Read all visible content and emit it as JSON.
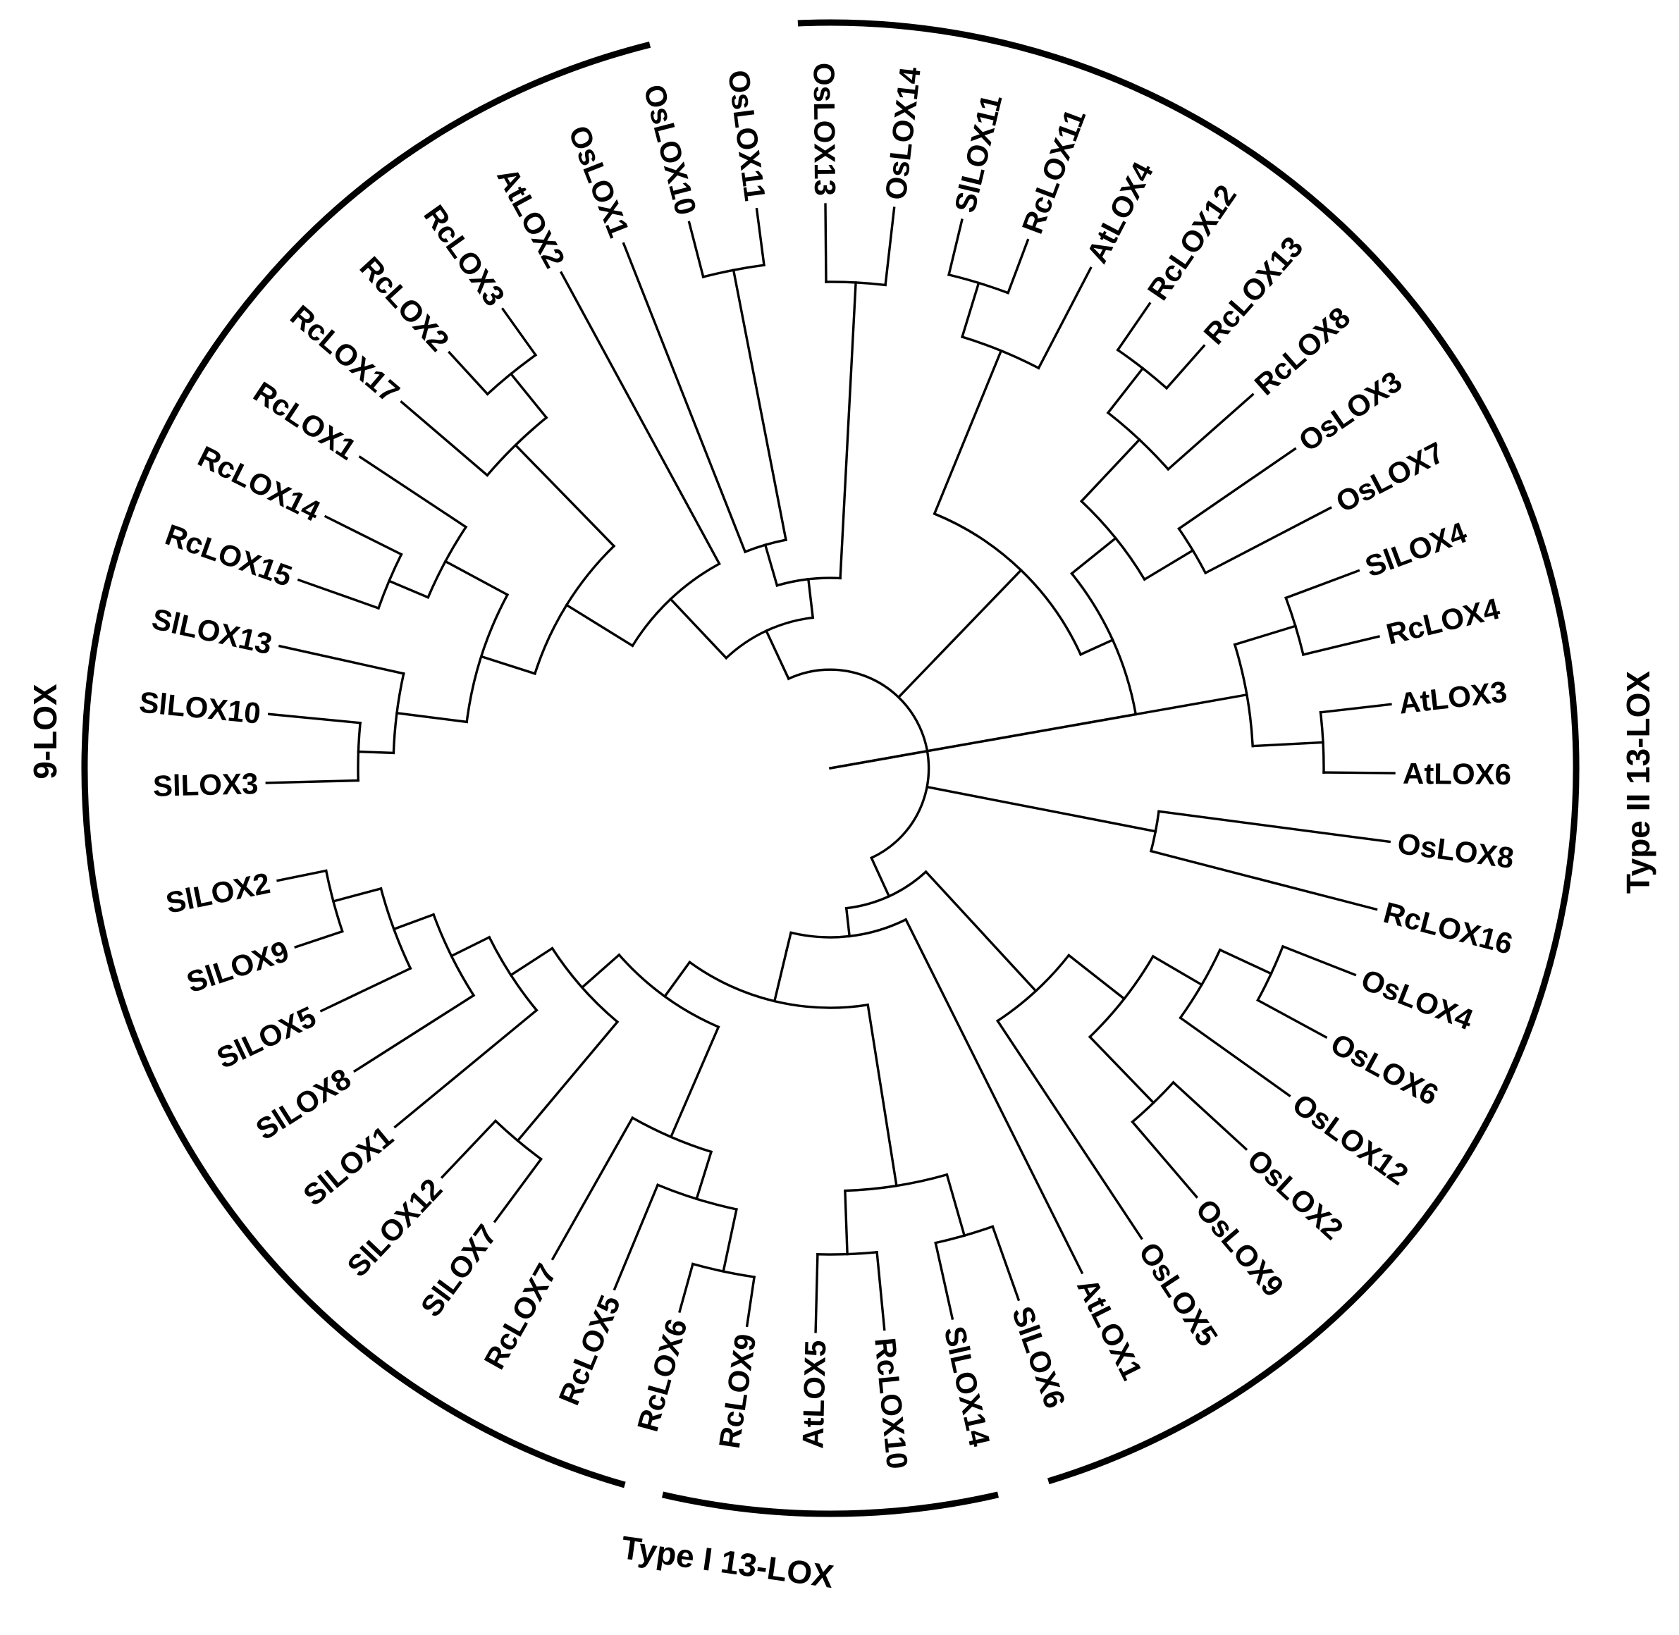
{
  "figure": {
    "groups": [
      {
        "label": "9-LOX"
      },
      {
        "label": "Type I 13-LOX"
      },
      {
        "label": "Type II 13-LOX"
      }
    ]
  },
  "tree": {
    "leaves": [
      "SlLOX3",
      "SlLOX10",
      "SlLOX13",
      "RcLOX15",
      "RcLOX14",
      "RcLOX1",
      "RcLOX17",
      "RcLOX2",
      "RcLOX3",
      "AtLOX2",
      "OsLOX1",
      "OsLOX10",
      "OsLOX11",
      "OsLOX13",
      "OsLOX14",
      "SlLOX11",
      "RcLOX11",
      "AtLOX4",
      "RcLOX12",
      "RcLOX13",
      "RcLOX8",
      "OsLOX3",
      "OsLOX7",
      "SlLOX4",
      "RcLOX4",
      "AtLOX3",
      "AtLOX6",
      "OsLOX8",
      "RcLOX16",
      "OsLOX4",
      "OsLOX6",
      "OsLOX12",
      "OsLOX2",
      "OsLOX9",
      "OsLOX5",
      "AtLOX1",
      "SlLOX6",
      "SlLOX14",
      "RcLOX10",
      "AtLOX5",
      "RcLOX9",
      "RcLOX6",
      "RcLOX5",
      "RcLOX7",
      "SlLOX7",
      "SlLOX12",
      "SlLOX1",
      "SlLOX8",
      "SlLOX5",
      "SlLOX9",
      "SlLOX2"
    ]
  }
}
